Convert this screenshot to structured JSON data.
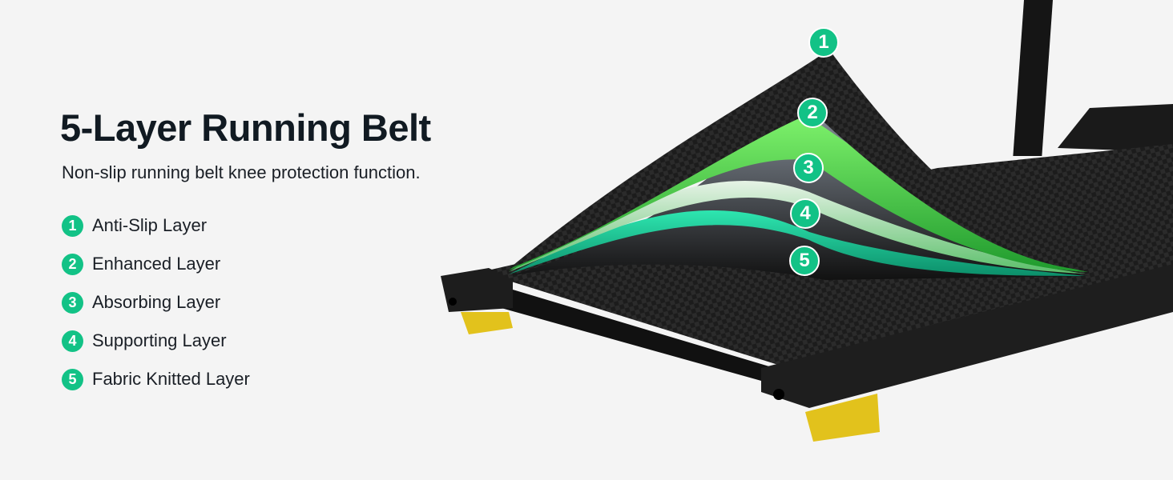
{
  "title": "5-Layer Running Belt",
  "subtitle": "Non-slip running belt knee protection function.",
  "layers": [
    {
      "number": "1",
      "label": "Anti-Slip Layer"
    },
    {
      "number": "2",
      "label": "Enhanced Layer"
    },
    {
      "number": "3",
      "label": "Absorbing Layer"
    },
    {
      "number": "4",
      "label": "Supporting Layer"
    },
    {
      "number": "5",
      "label": "Fabric Knitted Layer"
    }
  ],
  "colors": {
    "accent": "#12c286",
    "background": "#f4f4f4",
    "text": "#111a22",
    "feet": "#e2c21c"
  }
}
